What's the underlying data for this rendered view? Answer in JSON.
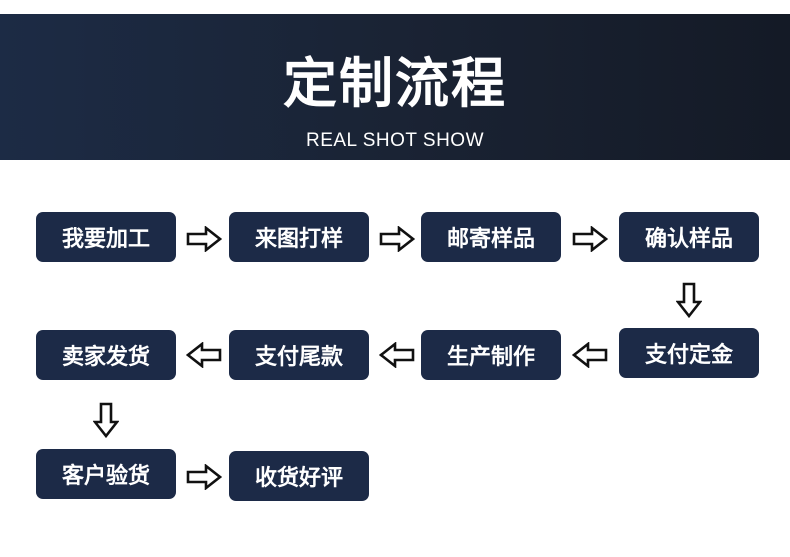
{
  "header": {
    "title": "定制流程",
    "subtitle": "REAL SHOT SHOW"
  },
  "steps": [
    "我要加工",
    "来图打样",
    "邮寄样品",
    "确认样品",
    "支付定金",
    "生产制作",
    "支付尾款",
    "卖家发货",
    "客户验货",
    "收货好评"
  ],
  "colors": {
    "step_background": "#1c2a47",
    "step_text": "#ffffff",
    "arrow_stroke": "#111111"
  },
  "icons": {
    "arrow_right": "arrow-right-icon",
    "arrow_left": "arrow-left-icon",
    "arrow_down": "arrow-down-icon"
  }
}
